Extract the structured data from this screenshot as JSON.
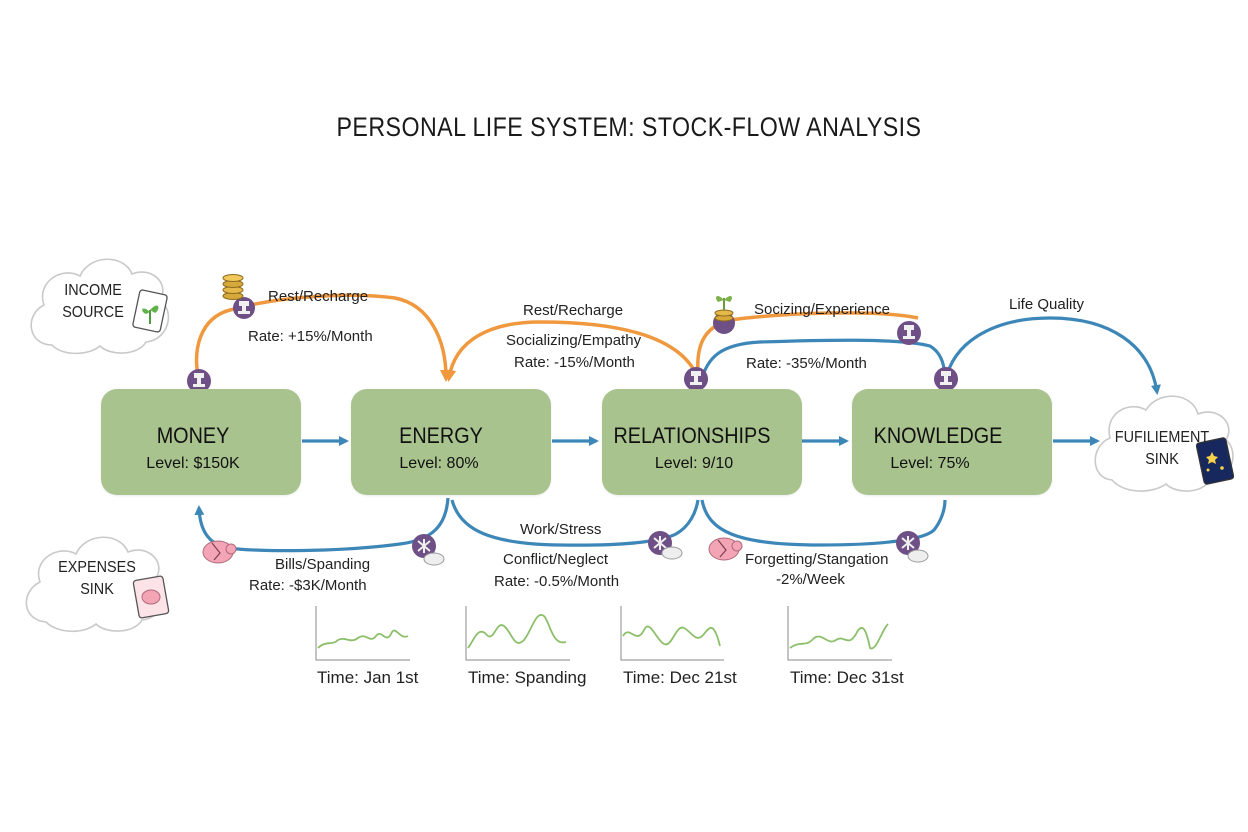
{
  "title": "PERSONAL LIFE SYSTEM: STOCK-FLOW ANALYSIS",
  "colors": {
    "stock_fill": "#a9c38f",
    "inflow": "#f0983e",
    "outflow": "#3d86b8",
    "valve": "#6e4f86",
    "sparkline": "#8cbf6a"
  },
  "sources": {
    "income": "INCOME\nSOURCE",
    "expenses": "EXPENSES\nSINK",
    "fulfillment": "FUFILIEMENT\nSINK"
  },
  "stocks": [
    {
      "name": "MONEY",
      "level": "Level: $150K",
      "icon": "sun-icon"
    },
    {
      "name": "ENERGY",
      "level": "Level: 80%",
      "icon": "rings-icon"
    },
    {
      "name": "RELATIONSHIPS",
      "level": "Level: 9/10",
      "icon": "hearts-icon"
    },
    {
      "name": "KNOWLEDGE",
      "level": "Level: 75%",
      "icon": "book-icon"
    }
  ],
  "flows": {
    "rest1_name": "Rest/Recharge",
    "rest1_rate": "Rate: +15%/Month",
    "rest2_name": "Rest/Recharge",
    "social_name": "Socializing/Empathy",
    "social_rate": "Rate: -15%/Month",
    "experience_name": "Socizing/Experience",
    "experience_rate": "Rate: -35%/Month",
    "life_quality": "Life Quality",
    "bills_name": "Bills/Spanding",
    "bills_rate": "Rate: -$3K/Month",
    "work_name": "Work/Stress",
    "conflict_name": "Conflict/Neglect",
    "conflict_rate": "Rate: -0.5%/Month",
    "forget_name": "Forgetting/Stangation",
    "forget_rate": "-2%/Week"
  },
  "timelines": [
    {
      "label": "Time: Jan 1st"
    },
    {
      "label": "Time: Spanding"
    },
    {
      "label": "Time: Dec 21st"
    },
    {
      "label": "Time: Dec 31st"
    }
  ]
}
